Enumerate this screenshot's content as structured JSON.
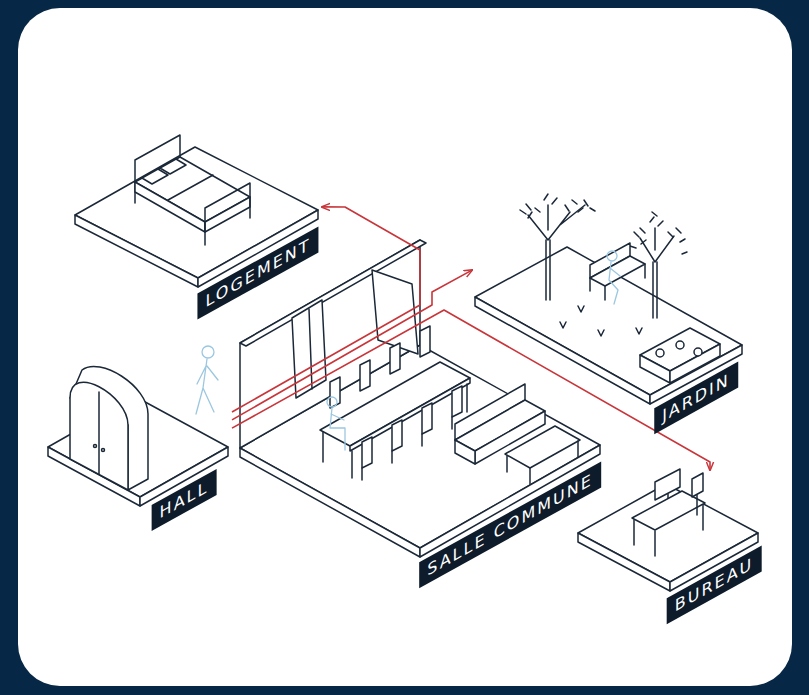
{
  "diagram": {
    "nodes": [
      {
        "text": [
          "LOGEMENT"
        ]
      },
      {
        "text": [
          "JARDIN"
        ]
      },
      {
        "text": [
          "HALL"
        ]
      },
      {
        "text": [
          "SALLE COMMUNE"
        ]
      },
      {
        "text": [
          "BUREAU"
        ]
      }
    ],
    "edges": [
      {
        "from": 2,
        "to": 0,
        "arrow": "to"
      },
      {
        "from": 2,
        "to": 1,
        "arrow": "to"
      },
      {
        "from": 2,
        "to": 4,
        "arrow": "to"
      }
    ]
  }
}
